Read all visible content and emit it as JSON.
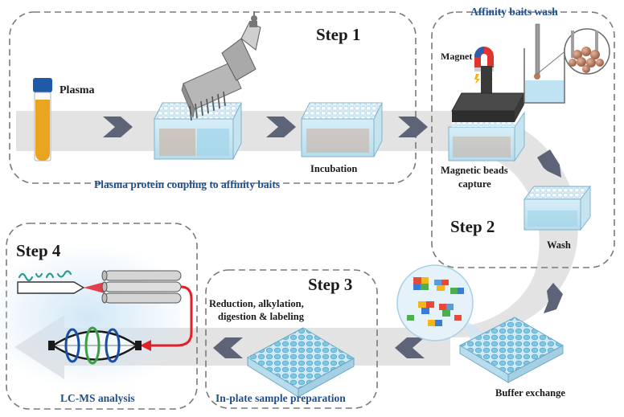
{
  "steps": {
    "step1": "Step 1",
    "step2": "Step 2",
    "step3": "Step 3",
    "step4": "Step 4"
  },
  "labels": {
    "plasma": "Plasma",
    "magnet": "Magnet",
    "incubation": "Incubation",
    "magnetic_beads_line1": "Magnetic beads",
    "magnetic_beads_line2": "capture",
    "wash": "Wash",
    "buffer_exchange": "Buffer exchange",
    "reduction_line1": "Reduction, alkylation,",
    "reduction_line2": "digestion & labeling"
  },
  "captions": {
    "affinity_baits_wash": "Affinity baits wash",
    "plasma_coupling": "Plasma protein coupling to affinity baits",
    "in_plate_prep": "In-plate sample preparation",
    "lcms": "LC-MS analysis"
  },
  "colors": {
    "caption_blue": "#1f4e8c",
    "flow_arrow": "#e3e3e3",
    "chevron": "#5d6478",
    "box_dash": "#7a7a7a",
    "plasma_yellow": "#e9a520",
    "tube_cap": "#1f5aa8",
    "laser_red": "#e0202a",
    "well_blue": "#8fd0ea"
  },
  "icons": [
    "plasma-tube-icon",
    "multichannel-pipette-icon",
    "magnet-icon",
    "bead-vial-icon",
    "well-plate-icon",
    "protein-cluster-icon",
    "mass-spectrometer-icon"
  ]
}
